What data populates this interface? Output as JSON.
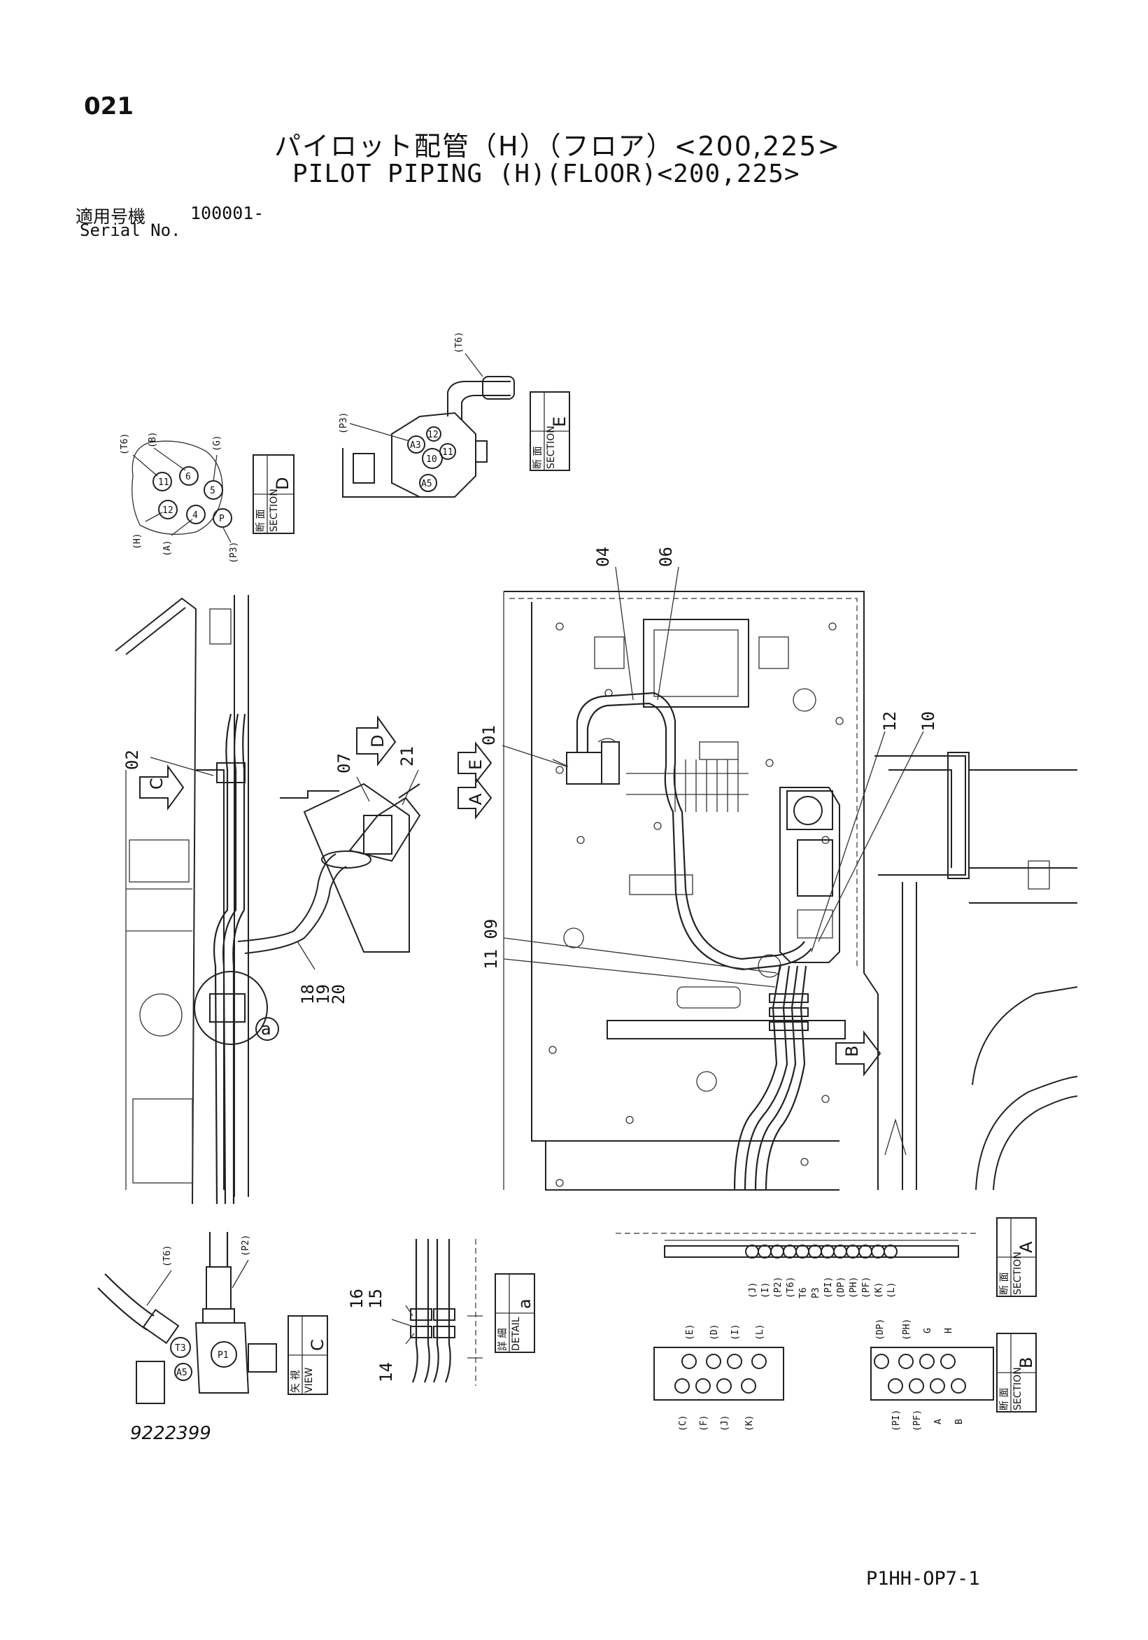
{
  "header": {
    "page_number": "021",
    "title_jp": "パイロット配管（H）（フロア）<200,225>",
    "title_en": "PILOT PIPING (H)(FLOOR)<200,225>",
    "serial_label_jp": "適用号機",
    "serial_value": "100001-",
    "serial_label_en": "Serial No."
  },
  "footer": {
    "drawing_number": "9222399",
    "sheet_code": "P1HH-OP7-1"
  },
  "section_boxes": {
    "section_d": {
      "jp": "断 面",
      "en": "SECTION",
      "letter": "D"
    },
    "section_e": {
      "jp": "断 面",
      "en": "SECTION",
      "letter": "E"
    },
    "section_a": {
      "jp": "断 面",
      "en": "SECTION",
      "letter": "A"
    },
    "section_b": {
      "jp": "断 面",
      "en": "SECTION",
      "letter": "B"
    },
    "view_c": {
      "jp": "矢 視",
      "en": "VIEW",
      "letter": "C"
    },
    "detail_a": {
      "jp": "詳 細",
      "en": "DETAIL",
      "letter": "a"
    }
  },
  "view_arrows": {
    "c": "C",
    "d": "D",
    "e": "E",
    "a": "A",
    "b": "B",
    "detail": "a"
  },
  "part_numbers": {
    "p01": "01",
    "p02": "02",
    "p04": "04",
    "p06": "06",
    "p07": "07",
    "p09": "09",
    "p10": "10",
    "p11": "11",
    "p12": "12",
    "p14": "14",
    "p15": "15",
    "p16": "16",
    "p18": "18",
    "p19": "19",
    "p20": "20",
    "p21": "21"
  },
  "port_labels": {
    "section_d": [
      "(T6)",
      "(B)",
      "(G)",
      "(H)",
      "(A)",
      "(P3)"
    ],
    "section_d_inner": [
      "11",
      "6",
      "5",
      "12",
      "4",
      "P"
    ],
    "section_e": [
      "(T6)",
      "(P3)"
    ],
    "section_e_inner": [
      "A3",
      "10",
      "12",
      "11",
      "A5"
    ],
    "section_a": [
      "(J)",
      "(I)",
      "(P2)",
      "(T6)",
      "T6",
      "P3",
      "(PI)",
      "(DP)",
      "(PH)",
      "(PF)",
      "(K)",
      "(L)"
    ],
    "section_b_top": [
      "(E)",
      "(D)",
      "(I)",
      "(L)",
      "(DP)",
      "(PH)",
      "G",
      "H"
    ],
    "section_b_bottom": [
      "(C)",
      "(F)",
      "(J)",
      "(K)",
      "(PI)",
      "(PF)",
      "A",
      "B"
    ],
    "view_c": [
      "(T6)",
      "(P2)",
      "A5",
      "T3",
      "P1"
    ]
  }
}
